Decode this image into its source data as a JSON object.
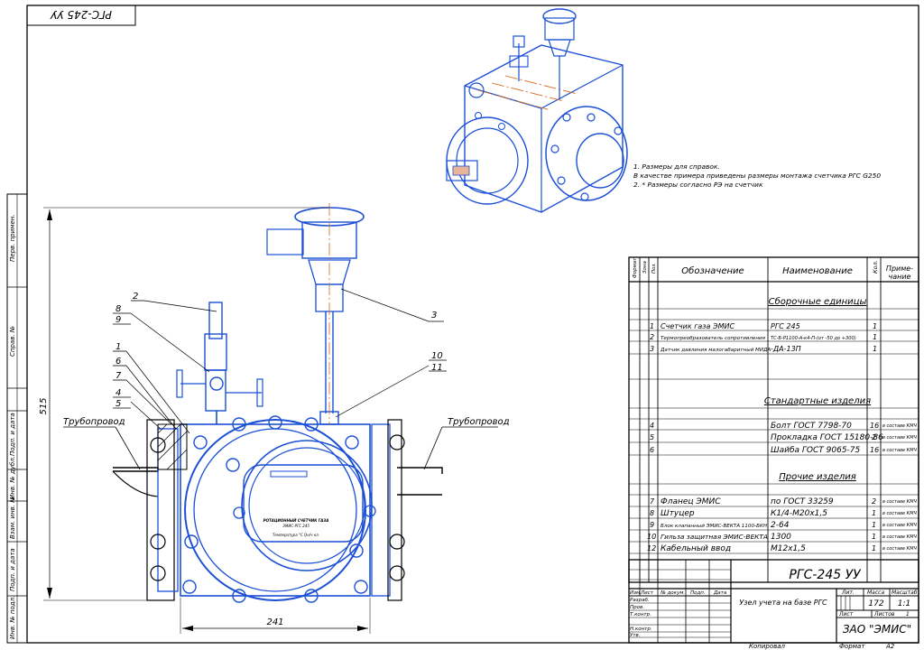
{
  "stamp_code": "РГС-245 УУ",
  "notes": [
    "1. Размеры для справок.",
    "В качестве примера приведены размеры монтажа счетчика РГС G250",
    "2. * Размеры согласно РЭ на счетчик"
  ],
  "dimensions": {
    "height": "515",
    "width": "241"
  },
  "pipe_labels": {
    "left": "Трубопровод",
    "right": "Трубопровод"
  },
  "callouts": [
    "2",
    "8",
    "9",
    "1",
    "6",
    "7",
    "4",
    "5",
    "3",
    "10",
    "11"
  ],
  "meter_face": {
    "line1": "РОТАЦИОННЫЙ СЧЕТЧИК ГАЗА",
    "line2": "ЭМИС-РГС 245",
    "line3": "Температура °С   Qн/ч   кл."
  },
  "side_stamps": [
    "Перв. примен.",
    "Справ. №",
    "Подп. и дата",
    "Инв. № дубл.",
    "Взам. инв. №",
    "Подп. и дата",
    "Инв. № подл."
  ],
  "spec_table": {
    "headers": [
      "Формат",
      "Зона",
      "Поз.",
      "Обозначение",
      "Наименование",
      "Кол.",
      "Примечание"
    ],
    "sections": [
      {
        "title": "Сборочные единицы",
        "rows": [
          {
            "pos": "1",
            "designation": "Счетчик газа ЭМИС",
            "name": "РГС 245",
            "qty": "1",
            "note": ""
          },
          {
            "pos": "2",
            "designation": "Термопреобразователь сопротивления",
            "name": "ТС-Б-Р1100-А-к4-П-(от -50 до +300)",
            "qty": "1",
            "note": ""
          },
          {
            "pos": "3",
            "designation": "Датчик давления малогабаритный МИДА",
            "name": "-ДА-13П",
            "qty": "1",
            "note": ""
          }
        ]
      },
      {
        "title": "Стандартные изделия",
        "rows": [
          {
            "pos": "4",
            "designation": "",
            "name": "Болт ГОСТ 7798-70",
            "qty": "16",
            "note": "в составе КМЧ"
          },
          {
            "pos": "5",
            "designation": "",
            "name": "Прокладка ГОСТ 15180-86",
            "qty": "2",
            "note": "в составе КМЧ"
          },
          {
            "pos": "6",
            "designation": "",
            "name": "Шайба ГОСТ 9065-75",
            "qty": "16",
            "note": "в составе КМЧ"
          }
        ]
      },
      {
        "title": "Прочие изделия",
        "rows": [
          {
            "pos": "7",
            "designation": "Фланец ЭМИС",
            "name": "по ГОСТ 33259",
            "qty": "2",
            "note": "в составе КМЧ"
          },
          {
            "pos": "8",
            "designation": "Штуцер",
            "name": "К1/4-М20х1,5",
            "qty": "1",
            "note": "в составе КМЧ"
          },
          {
            "pos": "9",
            "designation": "Блок клапанный ЭМИС-ВЕКТА 1100-БКН",
            "name": "2-64",
            "qty": "1",
            "note": "в составе КМЧ"
          },
          {
            "pos": "10",
            "designation": "Гильза защитная ЭМИС-ВЕКТА",
            "name": "1300",
            "qty": "1",
            "note": "в составе КМЧ"
          },
          {
            "pos": "12",
            "designation": "Кабельный ввод",
            "name": "М12х1,5",
            "qty": "1",
            "note": "в составе КМЧ"
          }
        ]
      }
    ]
  },
  "title_block": {
    "code": "РГС-245 УУ",
    "title": "Узел учета на базе РГС",
    "lit_label": "Лит.",
    "mass_label": "Масса",
    "scale_label": "Масштаб",
    "mass": "172",
    "scale": "1:1",
    "sheet_label": "Лист",
    "sheets_label": "Листов",
    "sheets": "1",
    "company": "ЗАО \"ЭМИС\"",
    "rev_headers": [
      "Изм.",
      "Лист",
      "№ докум.",
      "Подп.",
      "Дата"
    ],
    "roles": [
      "Разраб.",
      "Пров.",
      "Т.контр.",
      "",
      "Н.контр.",
      "Утв."
    ]
  },
  "footer": {
    "copied": "Копировал",
    "format_label": "Формат",
    "format": "А2"
  }
}
